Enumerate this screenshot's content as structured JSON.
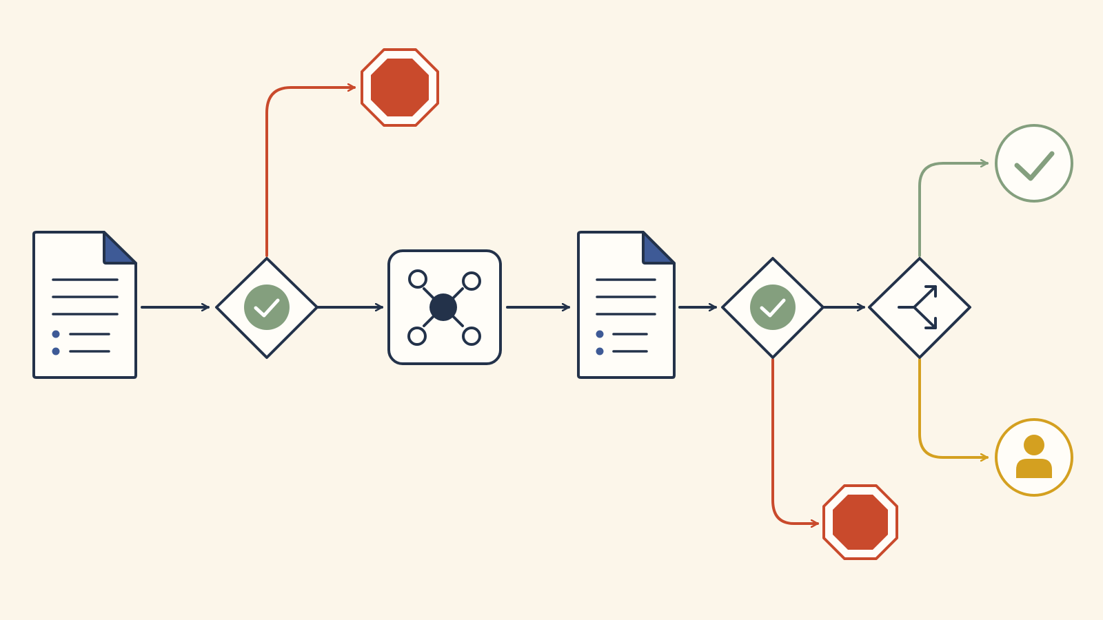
{
  "diagram": {
    "background": "#fcf6ea",
    "colors": {
      "ink": "#23324a",
      "accent_blue": "#3e5a96",
      "approve_green": "#849f7e",
      "approve_fill": "#ffffff",
      "reject_red": "#c94a2c",
      "escalate_gold": "#d4a020"
    },
    "nodes": [
      {
        "id": "input-document",
        "kind": "document",
        "icon": "document-icon"
      },
      {
        "id": "validation-gate-1",
        "kind": "decision",
        "icon": "check-badge-icon"
      },
      {
        "id": "reject-stop-1",
        "kind": "terminal",
        "icon": "stop-octagon-icon"
      },
      {
        "id": "processing-hub",
        "kind": "process",
        "icon": "network-hub-icon"
      },
      {
        "id": "output-document",
        "kind": "document",
        "icon": "document-icon"
      },
      {
        "id": "validation-gate-2",
        "kind": "decision",
        "icon": "check-badge-icon"
      },
      {
        "id": "reject-stop-2",
        "kind": "terminal",
        "icon": "stop-octagon-icon"
      },
      {
        "id": "routing-split",
        "kind": "decision",
        "icon": "split-arrows-icon"
      },
      {
        "id": "approved-end",
        "kind": "terminal",
        "icon": "checkmark-circle-icon"
      },
      {
        "id": "human-review-end",
        "kind": "terminal",
        "icon": "person-circle-icon"
      }
    ],
    "edges": [
      {
        "from": "input-document",
        "to": "validation-gate-1",
        "color": "ink"
      },
      {
        "from": "validation-gate-1",
        "to": "reject-stop-1",
        "color": "reject_red"
      },
      {
        "from": "validation-gate-1",
        "to": "processing-hub",
        "color": "ink"
      },
      {
        "from": "processing-hub",
        "to": "output-document",
        "color": "ink"
      },
      {
        "from": "output-document",
        "to": "validation-gate-2",
        "color": "ink"
      },
      {
        "from": "validation-gate-2",
        "to": "reject-stop-2",
        "color": "reject_red"
      },
      {
        "from": "validation-gate-2",
        "to": "routing-split",
        "color": "ink"
      },
      {
        "from": "routing-split",
        "to": "approved-end",
        "color": "approve_green"
      },
      {
        "from": "routing-split",
        "to": "human-review-end",
        "color": "escalate_gold"
      }
    ]
  }
}
